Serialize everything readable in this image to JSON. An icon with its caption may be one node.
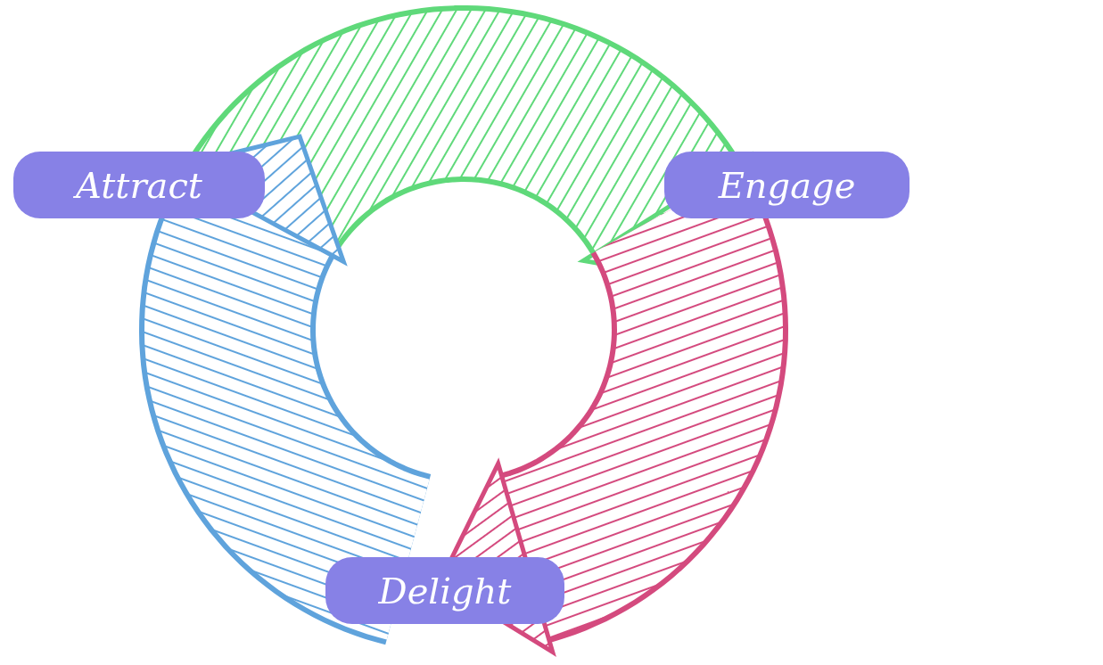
{
  "diagram": {
    "nodes": [
      {
        "text": [
          "Attract"
        ]
      },
      {
        "text": [
          "Engage"
        ]
      },
      {
        "text": [
          "Delight"
        ]
      }
    ],
    "edges": [
      {
        "from": 0,
        "to": 1,
        "arrow": "to",
        "color": "#5fd97a"
      },
      {
        "from": 1,
        "to": 2,
        "arrow": "to",
        "color": "#d44a7e"
      },
      {
        "from": 2,
        "to": 0,
        "arrow": "to",
        "color": "#5fa3dc"
      }
    ]
  }
}
